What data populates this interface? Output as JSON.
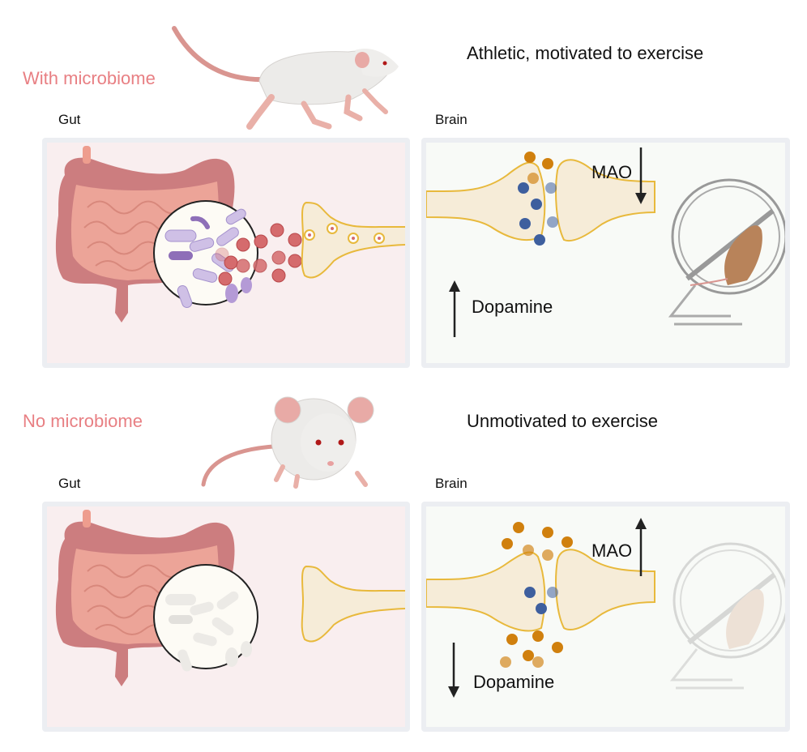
{
  "rows": [
    {
      "condition": "With microbiome",
      "outcome": "Athletic, motivated to exercise",
      "gut_label": "Gut",
      "brain_label": "Brain",
      "dopamine_label": "Dopamine",
      "dopamine_direction": "up",
      "mao_label": "MAO",
      "mao_direction": "down",
      "microbiome_present": true,
      "wheel_active": true
    },
    {
      "condition": "No microbiome",
      "outcome": "Unmotivated to exercise",
      "gut_label": "Gut",
      "brain_label": "Brain",
      "dopamine_label": "Dopamine",
      "dopamine_direction": "down",
      "mao_label": "MAO",
      "mao_direction": "up",
      "microbiome_present": false,
      "wheel_active": false
    }
  ],
  "colors": {
    "condition_text": "#e87f83",
    "gut_bg": "#f9eeef",
    "brain_bg": "#f8faf7",
    "panel_border": "#eceef2",
    "neuron_fill": "#f6ecd8",
    "neuron_stroke": "#e8b93c",
    "dopamine_vesicle": "#d56b6d",
    "dopamine_blue": "#3e5f9e",
    "mao_orange": "#d0800e",
    "bacteria_purple": "#c9b8e0",
    "intestine": "#e9a095",
    "colon": "#c9787a"
  }
}
